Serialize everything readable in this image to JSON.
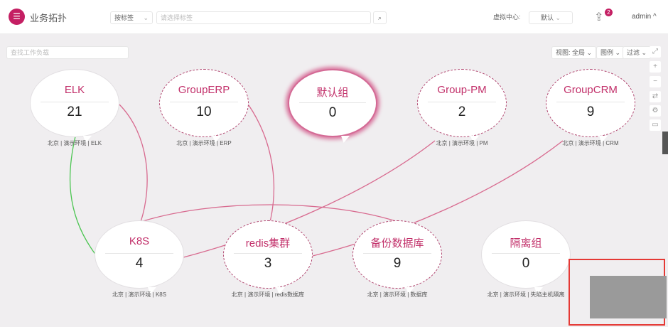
{
  "header": {
    "logo_icon": "menu-icon",
    "title": "业务拓扑",
    "tag_select": "按标签",
    "tag_placeholder": "请选择标签",
    "search_icon": "search-icon",
    "vdc_label": "虚拟中心:",
    "vdc_value": "默认",
    "upload_badge": "2",
    "user": "admin"
  },
  "toolbar": {
    "workload_placeholder": "查找工作负载",
    "view": "视图: 全局",
    "legend": "图例",
    "filter": "过滤"
  },
  "colors": {
    "accent": "#c41f63",
    "edge": "#d86a8f",
    "edge_green": "#4cc552"
  },
  "nodes": [
    {
      "name": "ELK",
      "count": "21",
      "caption": "北京 | 演示环境 | ELK"
    },
    {
      "name": "GroupERP",
      "count": "10",
      "caption": "北京 | 演示环境 | ERP"
    },
    {
      "name": "默认组",
      "count": "0",
      "caption": ""
    },
    {
      "name": "Group-PM",
      "count": "2",
      "caption": "北京 | 演示环境 | PM"
    },
    {
      "name": "GroupCRM",
      "count": "9",
      "caption": "北京 | 演示环境 | CRM"
    },
    {
      "name": "K8S",
      "count": "4",
      "caption": "北京 | 演示环境 | K8S"
    },
    {
      "name": "redis集群",
      "count": "3",
      "caption": "北京 | 演示环境 | redis数据库"
    },
    {
      "name": "备份数据库",
      "count": "9",
      "caption": "北京 | 演示环境 | 数据库"
    },
    {
      "name": "隔离组",
      "count": "0",
      "caption": "北京 | 演示环境 | 失陷主机隔离"
    }
  ]
}
